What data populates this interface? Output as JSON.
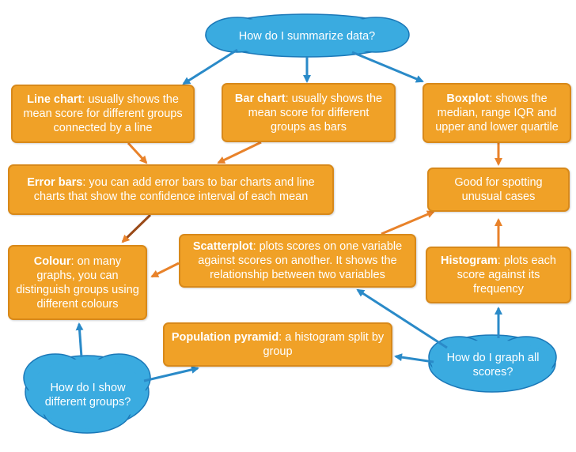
{
  "colors": {
    "box_fill": "#f0a127",
    "box_border": "#d8891a",
    "cloud_fill": "#3aabe0",
    "cloud_border": "#1b78b8",
    "arrow_blue": "#2a8ac8",
    "arrow_orange": "#e8822a",
    "text": "#ffffff"
  },
  "clouds": {
    "summarize": "How do I summarize data?",
    "groups": "How do I show different groups?",
    "all_scores": "How do I graph all scores?"
  },
  "boxes": {
    "line_chart": {
      "title": "Line chart",
      "text": ": usually shows the mean score for different groups connected by a line"
    },
    "bar_chart": {
      "title": "Bar chart",
      "text": ": usually shows the mean score for different groups as bars"
    },
    "boxplot": {
      "title": "Boxplot",
      "text": ": shows the median, range IQR and upper and lower quartile"
    },
    "error_bars": {
      "title": "Error bars",
      "text": ": you can add error bars to bar charts and line charts that show the confidence interval of each mean"
    },
    "unusual": {
      "text": "Good for spotting unusual cases"
    },
    "colour": {
      "title": "Colour",
      "text": ": on many graphs, you can distinguish groups using different colours"
    },
    "scatterplot": {
      "title": "Scatterplot",
      "text": ": plots scores on one variable against scores on another. It shows the relationship between two variables"
    },
    "histogram": {
      "title": "Histogram",
      "text": ": plots each score against its frequency"
    },
    "population": {
      "title": "Population pyramid",
      "text": ": a histogram split by group"
    }
  }
}
